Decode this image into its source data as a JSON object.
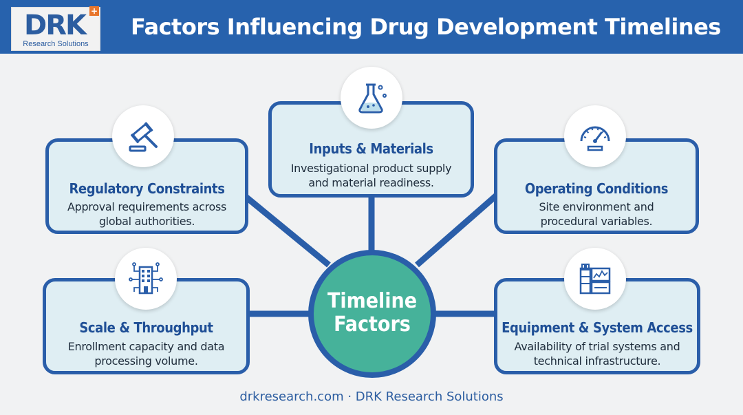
{
  "header": {
    "logo_text": "DRK",
    "logo_plus": "+",
    "logo_subtitle": "Research Solutions",
    "title": "Factors Influencing Drug Development Timelines"
  },
  "center": {
    "line1": "Timeline",
    "line2": "Factors"
  },
  "cards": {
    "inputs": {
      "title": "Inputs & Materials",
      "desc": "Investigational product supply and material readiness.",
      "icon": "flask-icon"
    },
    "regulatory": {
      "title": "Regulatory Constraints",
      "desc": "Approval requirements across global authorities.",
      "icon": "gavel-icon"
    },
    "operating": {
      "title": "Operating Conditions",
      "desc": "Site environment and procedural variables.",
      "icon": "gauge-icon"
    },
    "scale": {
      "title": "Scale & Throughput",
      "desc": "Enrollment capacity and data processing volume.",
      "icon": "building-network-icon"
    },
    "equipment": {
      "title": "Equipment & System Access",
      "desc": "Availability of trial systems and technical infrastructure.",
      "icon": "lab-equipment-icon"
    }
  },
  "footer": {
    "text": "drkresearch.com · DRK Research Solutions"
  },
  "colors": {
    "header_bg": "#2762ad",
    "card_border": "#2a5ea9",
    "card_bg": "#dfeef3",
    "center_fill": "#46b29a",
    "title_text": "#1f4f96",
    "logo_accent": "#e8762c"
  }
}
